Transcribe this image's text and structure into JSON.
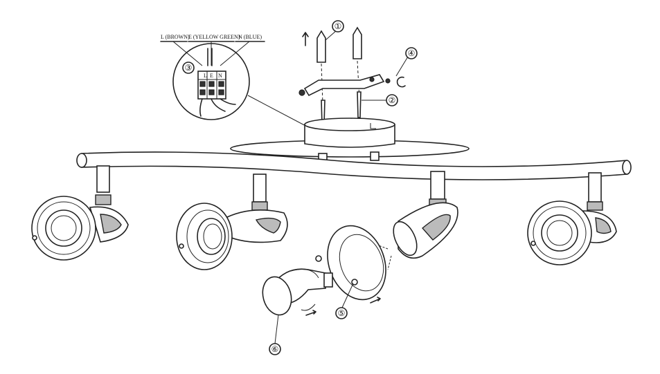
{
  "wiring": {
    "live": "L (BROWN)",
    "earth": "E (YELLOW GREEN)",
    "neutral": "N (BLUE)",
    "terminal_letters": [
      "L",
      "E",
      "N"
    ]
  },
  "callouts": [
    "①",
    "②",
    "③",
    "④",
    "⑤",
    "⑥"
  ]
}
